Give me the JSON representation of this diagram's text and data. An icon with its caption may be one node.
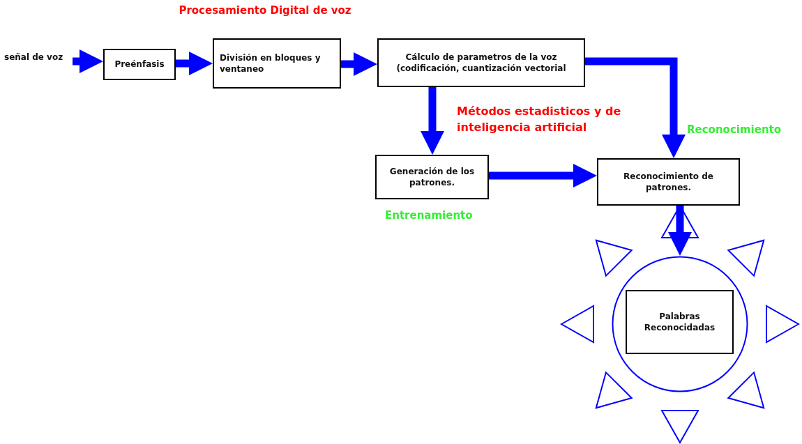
{
  "diagram": {
    "title": "Procesamiento Digital de voz",
    "nodes": [
      {
        "text": [
          "señal de voz"
        ]
      },
      {
        "text": [
          "Preénfasis"
        ]
      },
      {
        "text": [
          "División en bloques y ventaneo"
        ]
      },
      {
        "text": [
          "Cálculo de parametros de la voz (codificación, cuantización vectorial"
        ]
      },
      {
        "text": [
          "Generación de los patrones."
        ],
        "beside": [
          "Entrenamiento"
        ]
      },
      {
        "text": [
          "Reconocimiento de patrones."
        ]
      },
      {
        "text": [],
        "shape": "circle"
      },
      {
        "text": [
          "Palabras Reconocidadas"
        ],
        "in": 6
      }
    ],
    "edges": [
      {
        "from": 0,
        "to": 1,
        "arrow": "to"
      },
      {
        "from": 1,
        "to": 2,
        "arrow": "to"
      },
      {
        "from": 2,
        "to": 3,
        "arrow": "to"
      },
      {
        "from": 3,
        "to": 4,
        "arrow": "to",
        "label": "Métodos estadisticos y de inteligencia artificial"
      },
      {
        "from": 3,
        "to": 5,
        "arrow": "to",
        "label": "Reconocimiento"
      },
      {
        "from": 4,
        "to": 5,
        "arrow": "to"
      },
      {
        "from": 5,
        "to": 6,
        "arrow": "to"
      }
    ]
  }
}
